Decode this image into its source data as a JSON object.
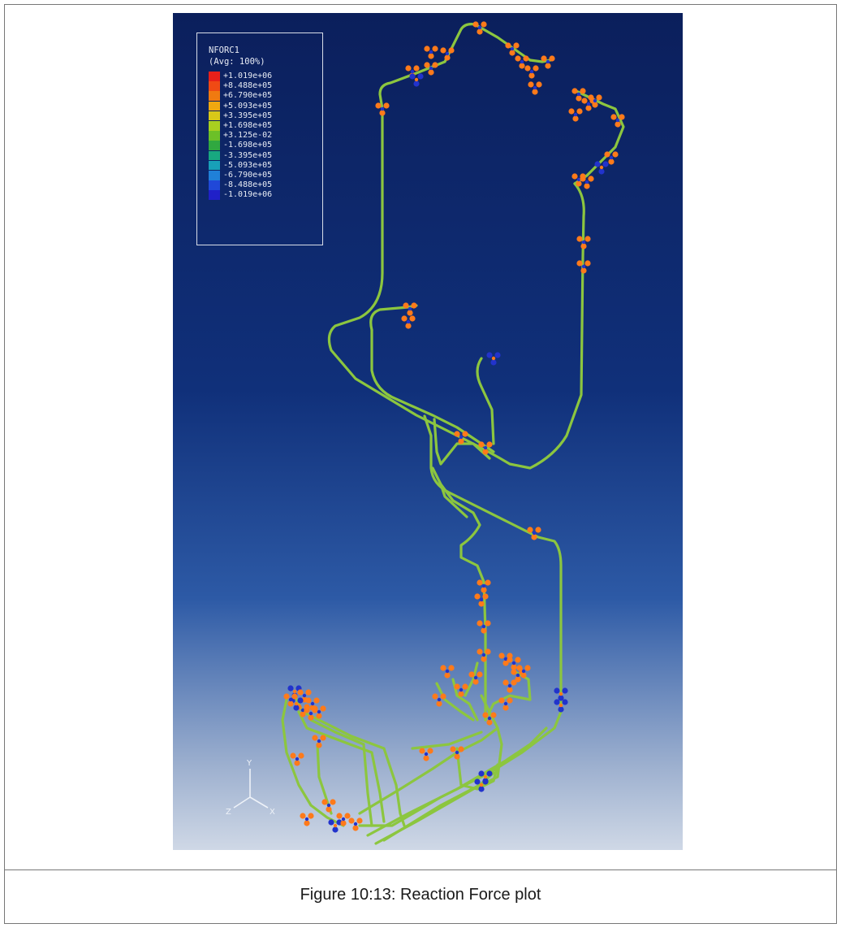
{
  "legend": {
    "title": "NFORC1",
    "avg": "(Avg: 100%)",
    "entries": [
      {
        "label": "+1.019e+06",
        "color": "#e8201a"
      },
      {
        "label": "+8.488e+05",
        "color": "#f04a14"
      },
      {
        "label": "+6.790e+05",
        "color": "#f07a10"
      },
      {
        "label": "+5.093e+05",
        "color": "#f0a810"
      },
      {
        "label": "+3.395e+05",
        "color": "#d8c818"
      },
      {
        "label": "+1.698e+05",
        "color": "#a8d020"
      },
      {
        "label": "+3.125e-02",
        "color": "#6cc028"
      },
      {
        "label": "-1.698e+05",
        "color": "#30a840"
      },
      {
        "label": "-3.395e+05",
        "color": "#18a880"
      },
      {
        "label": "-5.093e+05",
        "color": "#18a0b8"
      },
      {
        "label": "-6.790e+05",
        "color": "#2080d8"
      },
      {
        "label": "-8.488e+05",
        "color": "#2048d8"
      },
      {
        "label": "-1.019e+06",
        "color": "#2020c8"
      }
    ]
  },
  "triad": {
    "y_label": "Y",
    "z_label": "Z",
    "x_label": "X"
  },
  "caption": "Figure 10:13: Reaction Force plot",
  "colors": {
    "pipe": "#8cc63f",
    "support_hot": "#ff7a1a",
    "support_cold": "#2233cc"
  }
}
